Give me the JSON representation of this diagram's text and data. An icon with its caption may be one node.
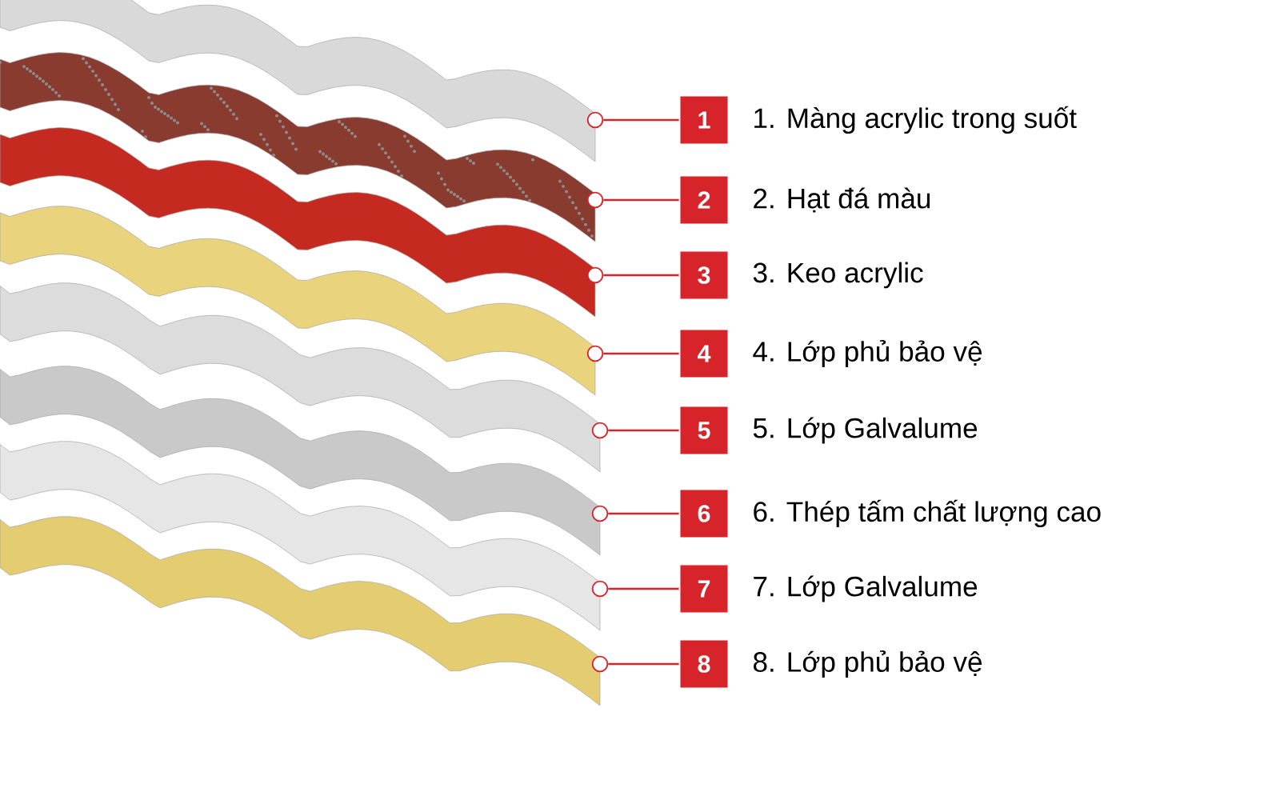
{
  "diagram": {
    "nodes": [
      {
        "text": [
          "1"
        ],
        "beside": [
          "1. Màng acrylic trong suốt"
        ]
      },
      {
        "text": [
          "2"
        ],
        "beside": [
          "2. Hạt đá màu"
        ]
      },
      {
        "text": [
          "3"
        ],
        "beside": [
          "3. Keo acrylic"
        ]
      },
      {
        "text": [
          "4"
        ],
        "beside": [
          "4. Lớp phủ bảo vệ"
        ]
      },
      {
        "text": [
          "5"
        ],
        "beside": [
          "5. Lớp Galvalume"
        ]
      },
      {
        "text": [
          "6"
        ],
        "beside": [
          "6. Thép tấm chất lượng cao"
        ]
      },
      {
        "text": [
          "7"
        ],
        "beside": [
          "7. Lớp Galvalume"
        ]
      },
      {
        "text": [
          "8"
        ],
        "beside": [
          "8. Lớp phủ bảo vệ"
        ]
      },
      {
        "text": [],
        "shape": "circle"
      },
      {
        "text": [],
        "shape": "circle"
      },
      {
        "text": [],
        "shape": "circle"
      },
      {
        "text": [],
        "shape": "circle"
      },
      {
        "text": [],
        "shape": "circle"
      },
      {
        "text": [],
        "shape": "circle"
      },
      {
        "text": [],
        "shape": "circle"
      },
      {
        "text": [],
        "shape": "circle"
      }
    ],
    "edges": [
      {
        "from": 8,
        "to": 0,
        "arrow": "none"
      },
      {
        "from": 9,
        "to": 1,
        "arrow": "none"
      },
      {
        "from": 10,
        "to": 2,
        "arrow": "none"
      },
      {
        "from": 11,
        "to": 3,
        "arrow": "none"
      },
      {
        "from": 12,
        "to": 4,
        "arrow": "none"
      },
      {
        "from": 13,
        "to": 5,
        "arrow": "none"
      },
      {
        "from": 14,
        "to": 6,
        "arrow": "none"
      },
      {
        "from": 15,
        "to": 7,
        "arrow": "none"
      }
    ]
  }
}
